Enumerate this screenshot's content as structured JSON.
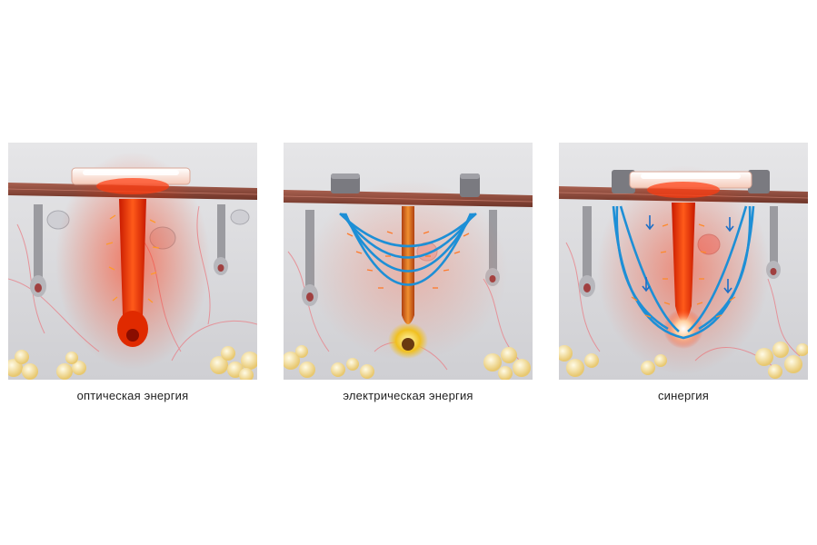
{
  "panels": [
    {
      "caption": "оптическая энергия",
      "energy": "optical"
    },
    {
      "caption": "электрическая энергия",
      "energy": "electrical"
    },
    {
      "caption": "синергия",
      "energy": "synergy"
    }
  ],
  "colors": {
    "background": "#d9d9dc",
    "skin": "#8b4a3c",
    "laser": "#ff3300",
    "current": "#1d8fd6",
    "fat": "#f2d98a"
  }
}
